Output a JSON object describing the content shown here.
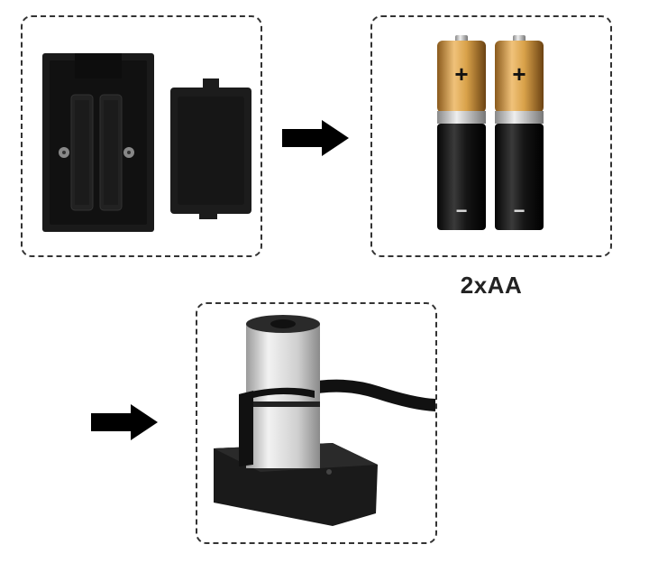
{
  "steps": [
    {
      "id": "open-compartment",
      "image": "battery-compartment-open"
    },
    {
      "id": "insert-batteries",
      "image": "aa-batteries"
    },
    {
      "id": "assembled-device",
      "image": "smoke-infuser-device"
    }
  ],
  "batteries": {
    "label": "2xAA",
    "positive_symbol": "+",
    "negative_symbol": "−"
  },
  "colors": {
    "battery_gold": "#d9a24a",
    "battery_black": "#151515",
    "device_silver": "#d6d6d6",
    "panel_border": "#333333",
    "arrow": "#000000"
  },
  "icons": [
    "arrow-right-icon",
    "arrow-right-icon"
  ]
}
